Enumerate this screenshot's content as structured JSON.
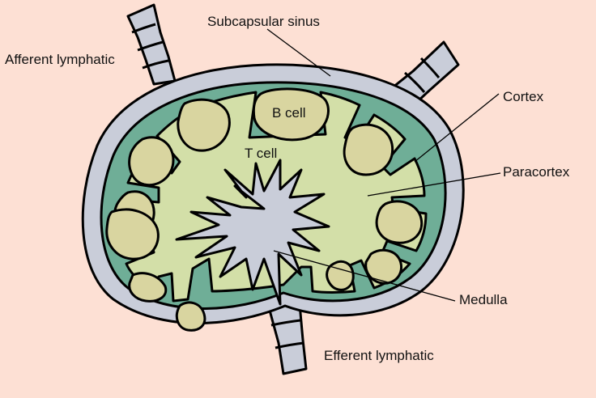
{
  "labels": {
    "afferent_lymphatic": "Afferent lymphatic",
    "subcapsular_sinus": "Subcapsular sinus",
    "cortex": "Cortex",
    "paracortex": "Paracortex",
    "b_cell": "B cell",
    "t_cell": "T cell",
    "medulla": "Medulla",
    "efferent_lymphatic": "Efferent lymphatic"
  },
  "colors": {
    "background": "#fde0d4",
    "capsule": "#c9cdd9",
    "cortex": "#6fae97",
    "paracortex": "#d3dfa8",
    "follicle": "#d9d5a0",
    "medulla": "#c9cdd9",
    "outline": "#000000"
  }
}
